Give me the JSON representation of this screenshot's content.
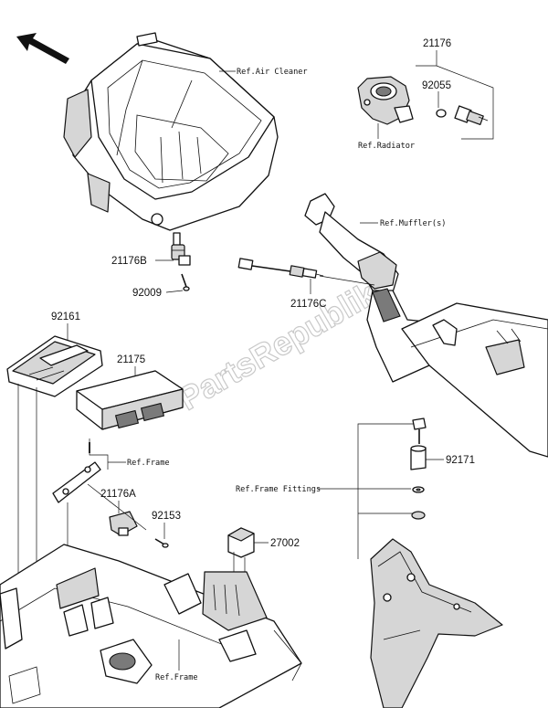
{
  "watermark": "PartsRepublik",
  "part_numbers": {
    "p21176": "21176",
    "p92055": "92055",
    "p21176B": "21176B",
    "p92009": "92009",
    "p21176C": "21176C",
    "p92161": "92161",
    "p21175": "21175",
    "p21176A": "21176A",
    "p92153": "92153",
    "p27002": "27002",
    "p92171": "92171"
  },
  "references": {
    "air_cleaner": "Ref.Air Cleaner",
    "radiator": "Ref.Radiator",
    "muffler": "Ref.Muffler(s)",
    "frame_top": "Ref.Frame",
    "frame_fittings": "Ref.Frame Fittings",
    "frame_bottom": "Ref.Frame"
  },
  "icons": {
    "front_direction": "arrow-up-left-icon"
  }
}
